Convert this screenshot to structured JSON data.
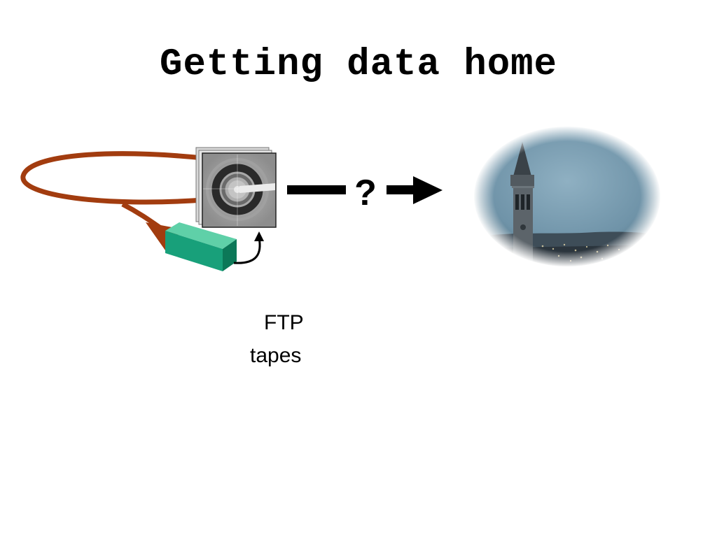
{
  "slide": {
    "title": "Getting data home",
    "arrow_label": "?",
    "options": [
      "FTP",
      "tapes"
    ]
  },
  "icons": {
    "source": "beamline-detector-icon",
    "diffraction": "diffraction-image-icon",
    "storage": "tape-cartridge-icon",
    "destination": "campanile-photo-icon"
  },
  "colors": {
    "cable": "#a23c0f",
    "tape": "#1aa87c",
    "sky": "#6f93a8"
  }
}
